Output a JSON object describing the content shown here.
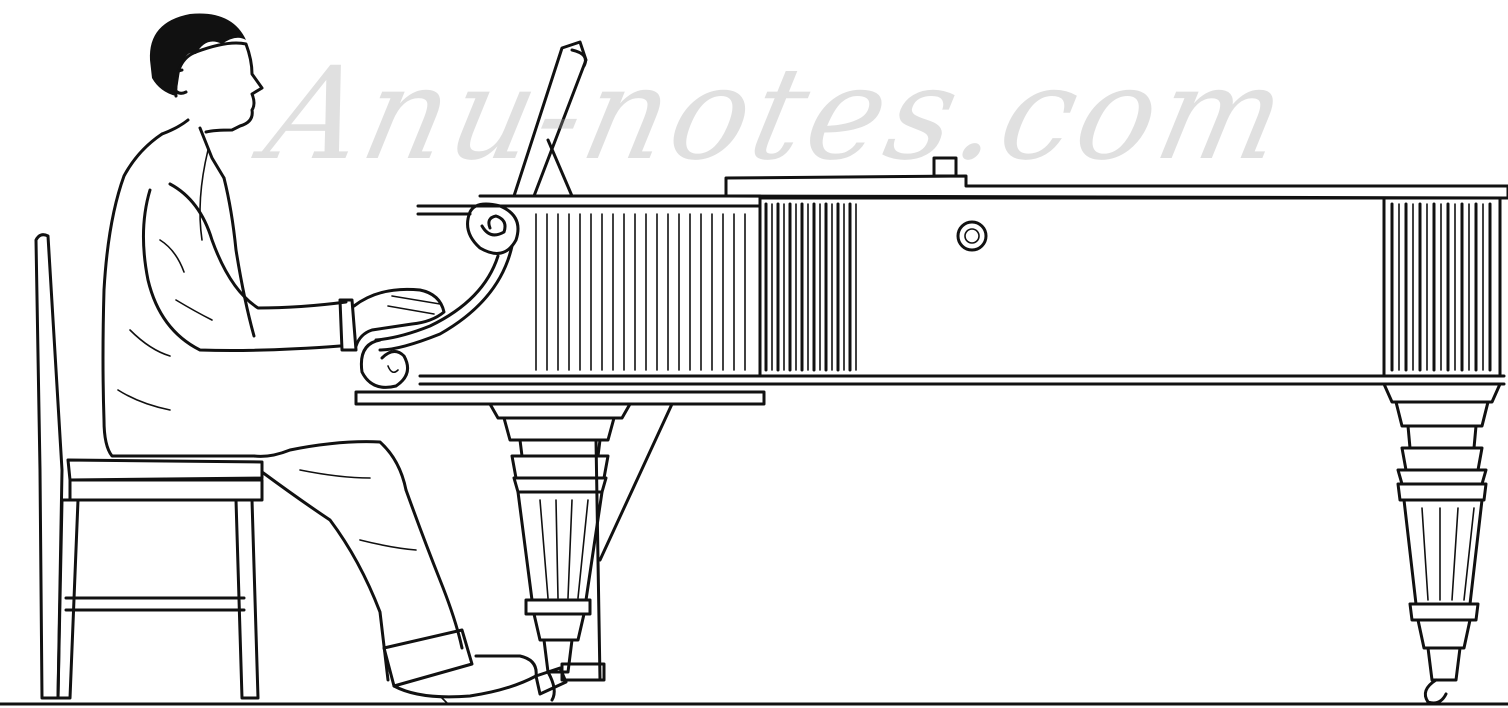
{
  "illustration": {
    "subject": "pianist-at-grand-piano",
    "style": "line-engraving",
    "ink_color": "#111111",
    "paper_color": "#ffffff"
  },
  "watermark": {
    "text": "Anu-notes.com",
    "color": "#a0a0a0"
  }
}
